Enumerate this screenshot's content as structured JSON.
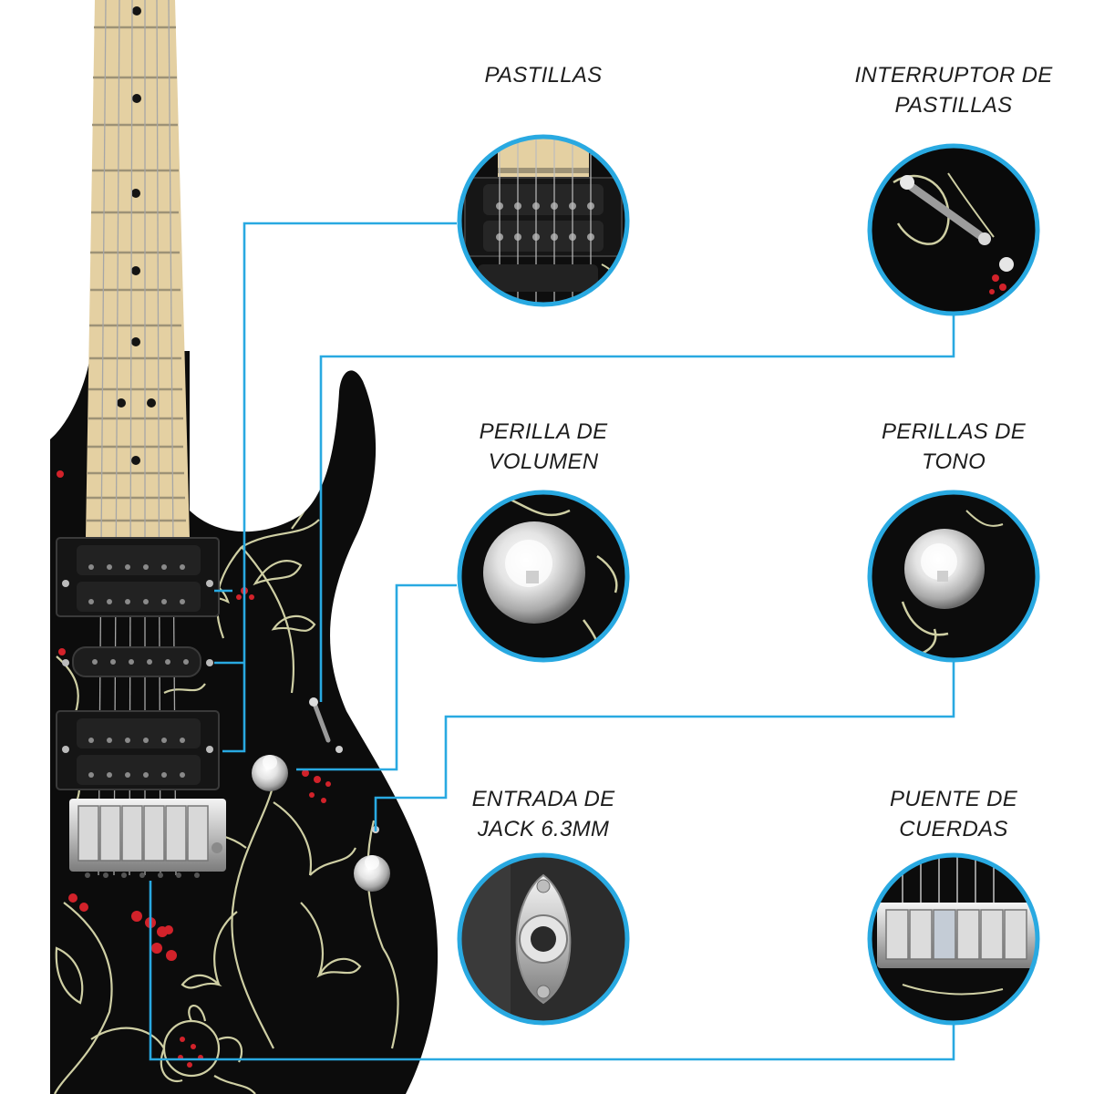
{
  "accent_color": "#29a9e1",
  "body_color": "#0c0c0c",
  "neck_color": "#e4d0a2",
  "line_art_color": "#cfcfa4",
  "berry_color": "#d2222a",
  "features": [
    {
      "id": "pickups",
      "caption_lines": [
        "PASTILLAS"
      ],
      "icon": "humbucker-pickup-closeup"
    },
    {
      "id": "pickup-switch",
      "caption_lines": [
        "INTERRUPTOR DE",
        "PASTILLAS"
      ],
      "icon": "toggle-switch-closeup"
    },
    {
      "id": "volume-knob",
      "caption_lines": [
        "PERILLA DE",
        "VOLUMEN"
      ],
      "icon": "chrome-knob-closeup"
    },
    {
      "id": "tone-knobs",
      "caption_lines": [
        "PERILLAS DE",
        "TONO"
      ],
      "icon": "chrome-knob-closeup"
    },
    {
      "id": "jack-input",
      "caption_lines": [
        "ENTRADA DE",
        "JACK 6.3MM"
      ],
      "icon": "jack-socket-closeup"
    },
    {
      "id": "bridge",
      "caption_lines": [
        "PUENTE DE",
        "CUERDAS"
      ],
      "icon": "tremolo-bridge-closeup"
    }
  ]
}
